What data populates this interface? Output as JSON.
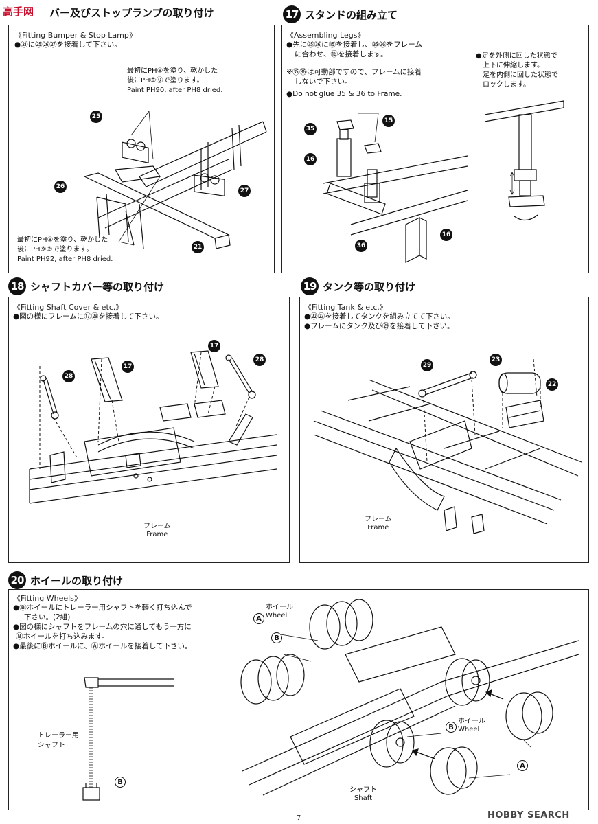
{
  "step16": {
    "title": "バー及びストップランプの取り付け",
    "subtitle": "《Fitting Bumper & Stop Lamp》",
    "instruction": "●㉑に㉕㉖㉗を接着して下さい。",
    "paint_note_top_jp1": "最初にPH⑧を塗り、乾かした",
    "paint_note_top_jp2": "後にPH⑨⓪で塗ります。",
    "paint_note_top_en": "Paint PH90, after PH8 dried.",
    "paint_note_bottom_jp1": "最初にPH⑧を塗り、乾かした",
    "paint_note_bottom_jp2": "後にPH⑨②で塗ります。",
    "paint_note_bottom_en": "Paint PH92, after PH8 dried.",
    "parts": [
      "25",
      "26",
      "27",
      "21"
    ]
  },
  "step17": {
    "number": "17",
    "title": "スタンドの組み立て",
    "subtitle": "《Assembling Legs》",
    "instruction_1": "●先に㉟㊱に⑮を接着し、㉟㊱をフレーム",
    "instruction_2": "に合わせ、⑯を接着します。",
    "caution_1": "※㉟㊱は可動部ですので、フレームに接着",
    "caution_2": "しないで下さい。",
    "english": "●Do not glue 35 & 36 to Frame.",
    "side_note_1": "●足を外側に回した状態で",
    "side_note_2": "上下に伸縮します。",
    "side_note_3": "足を内側に回した状態で",
    "side_note_4": "ロックします。",
    "parts": [
      "35",
      "15",
      "16",
      "36",
      "16"
    ]
  },
  "step18": {
    "number": "18",
    "title": "シャフトカバー等の取り付け",
    "subtitle": "《Fitting Shaft Cover & etc.》",
    "instruction": "●図の様にフレームに⑰㉘を接着して下さい。",
    "frame_jp": "フレーム",
    "frame_en": "Frame",
    "parts": [
      "28",
      "17",
      "17",
      "28"
    ]
  },
  "step19": {
    "number": "19",
    "title": "タンク等の取り付け",
    "subtitle": "《Fitting Tank & etc.》",
    "instruction_1": "●㉒㉓を接着してタンクを組み立てて下さい。",
    "instruction_2": "●フレームにタンク及び㉙を接着して下さい。",
    "frame_jp": "フレーム",
    "frame_en": "Frame",
    "parts": [
      "29",
      "23",
      "22"
    ]
  },
  "step20": {
    "number": "20",
    "title": "ホイールの取り付け",
    "subtitle": "《Fitting Wheels》",
    "instruction_1": "●Ⓑホイールにトレーラー用シャフトを軽く打ち込んで",
    "instruction_2": "下さい。(2組)",
    "instruction_3": "●図の様にシャフトをフレームの穴に通してもう一方に",
    "instruction_4": "Ⓑホイールを打ち込みます。",
    "instruction_5": "●最後にⒷホイールに、Ⓐホイールを接着して下さい。",
    "shaft_jp_1": "トレーラー用",
    "shaft_jp_2": "シャフト",
    "wheel_jp": "ホイール",
    "wheel_en": "Wheel",
    "shaft_jp": "シャフト",
    "shaft_en": "Shaft",
    "letters": [
      "A",
      "B"
    ]
  },
  "footer": {
    "page_number": "7",
    "watermark": "HOBBY SEARCH",
    "logo": "高手网"
  }
}
